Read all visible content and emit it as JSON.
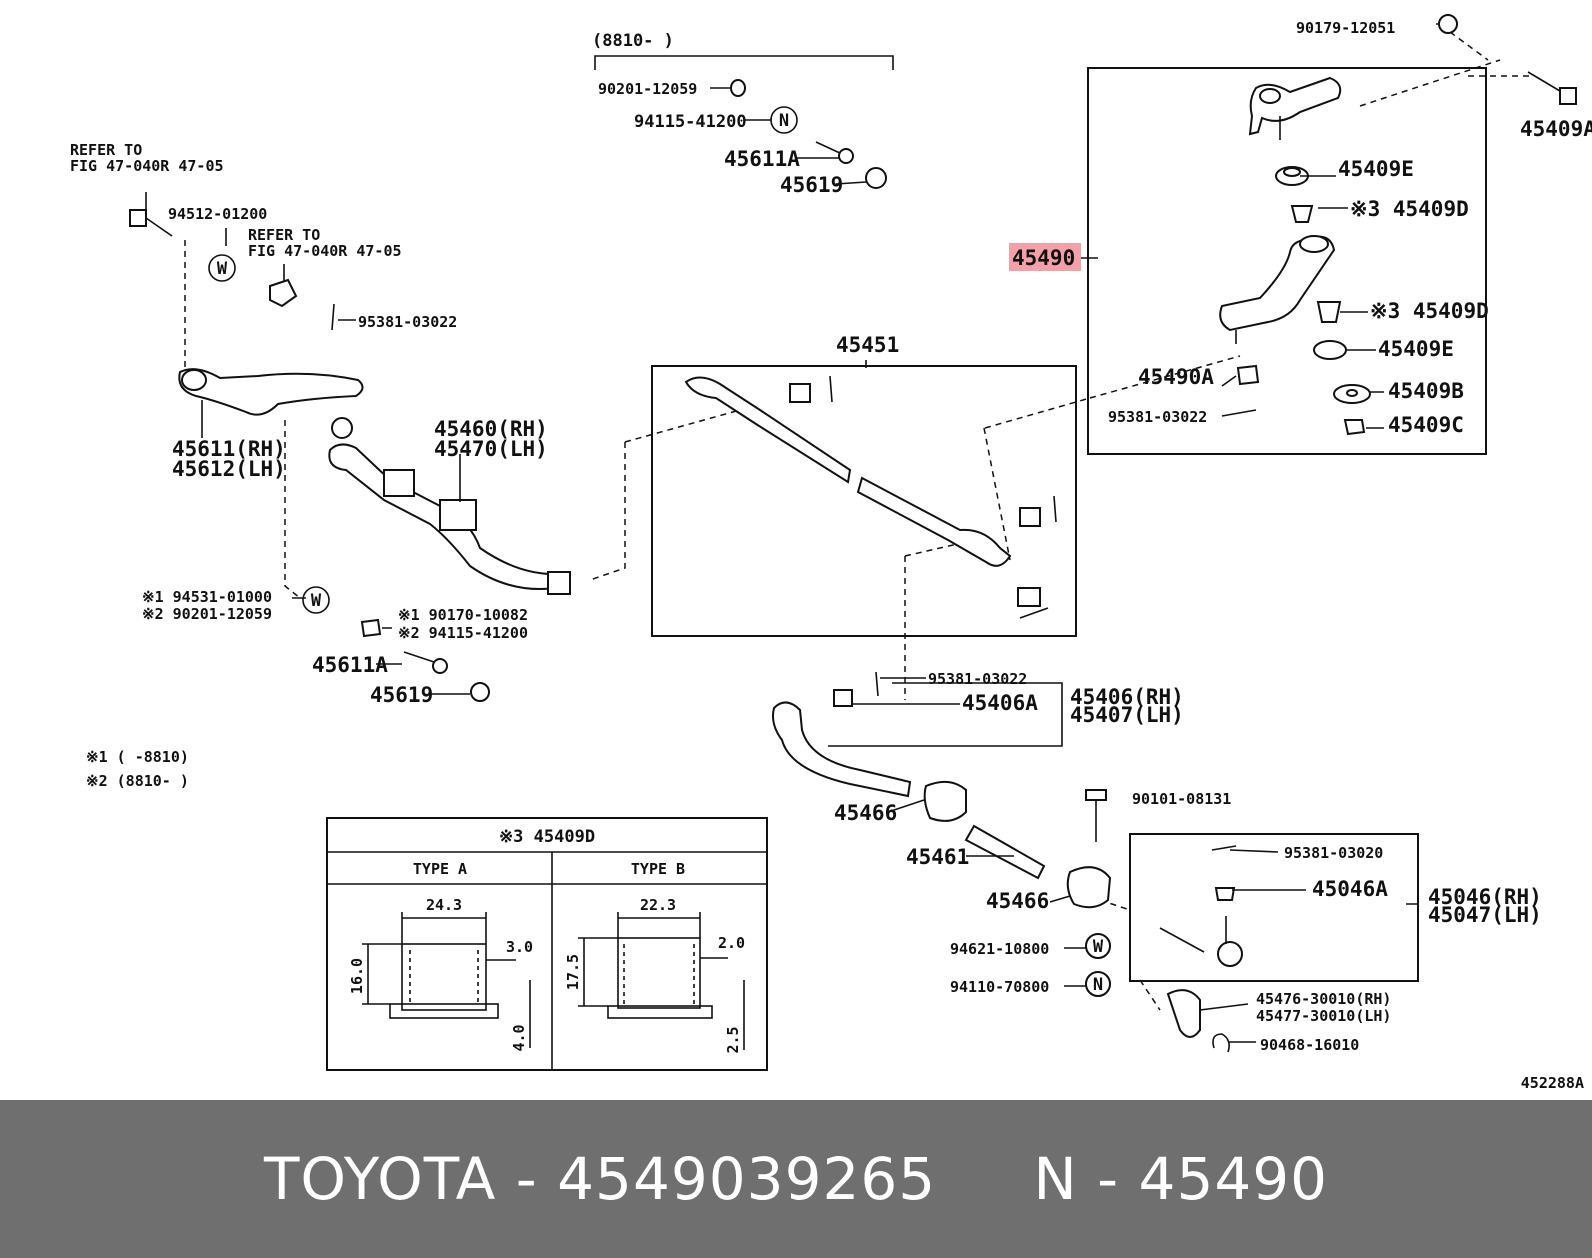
{
  "diagram": {
    "ref_id": "452288A",
    "highlight_part": "45490",
    "highlight_color": "#f4a0a8",
    "labels": {
      "l_8810_top": "(8810-      )",
      "l_90201_12059": "90201-12059",
      "l_94115_41200": "94115-41200",
      "l_45611A_top": "45611A",
      "l_45619_top": "45619",
      "l_90179": "90179-12051",
      "l_45409A": "45409A",
      "l_45409E_1": "45409E",
      "l_45409D_1": "※3 45409D",
      "l_45490": "45490",
      "l_45409D_2": "※3 45409D",
      "l_45409E_2": "45409E",
      "l_45490A": "45490A",
      "l_45409B": "45409B",
      "l_95381_r": "95381-03022",
      "l_45409C": "45409C",
      "l_refer1_a": "REFER TO",
      "l_refer1_b": "FIG 47-040R 47-05",
      "l_94512": "94512-01200",
      "l_refer2_a": "REFER TO",
      "l_refer2_b": "FIG 47-040R 47-05",
      "l_95381_l": "95381-03022",
      "l_45451": "45451",
      "l_45460": "45460(RH)",
      "l_45470": "45470(LH)",
      "l_45611": "45611(RH)",
      "l_45612": "45612(LH)",
      "l_94531": "※1 94531-01000",
      "l_90201_b": "※2 90201-12059",
      "l_90170": "※1 90170-10082",
      "l_94115_b": "※2 94115-41200",
      "l_45611A_b": "45611A",
      "l_45619_b": "45619",
      "l_95381_m": "95381-03022",
      "l_45406A": "45406A",
      "l_45406": "45406(RH)",
      "l_45407": "45407(LH)",
      "l_note1": "※1 (      -8810)",
      "l_note2": "※2 (8810-      )",
      "l_45466_a": "45466",
      "l_90101": "90101-08131",
      "l_45461": "45461",
      "l_95381_03020": "95381-03020",
      "l_45466_b": "45466",
      "l_45046A": "45046A",
      "l_45046": "45046(RH)",
      "l_45047": "45047(LH)",
      "l_94621": "94621-10800",
      "l_94110": "94110-70800",
      "l_45476": "45476-30010(RH)",
      "l_45477": "45477-30010(LH)",
      "l_90468": "90468-16010",
      "t_header": "※3 45409D",
      "t_typeA": "TYPE  A",
      "t_typeB": "TYPE  B",
      "t_a_w": "24.3",
      "t_a_h": "16.0",
      "t_a_t": "3.0",
      "t_a_f": "4.0",
      "t_b_w": "22.3",
      "t_b_h": "17.5",
      "t_b_t": "2.0",
      "t_b_f": "2.5",
      "sym_W": "W",
      "sym_N": "N"
    }
  },
  "footer": {
    "text": "TOYOTA - 4549039265     N - 45490"
  }
}
